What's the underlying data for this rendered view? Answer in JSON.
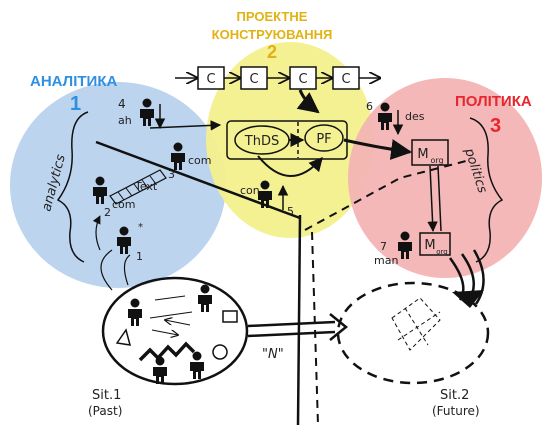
{
  "sections": {
    "analytics": {
      "title": "АНАЛІТИКА",
      "number": "1",
      "brace_label": "analytics",
      "color": "#2f8fe0",
      "ellipse_color": "#b9d2ee"
    },
    "design": {
      "title_line1": "ПРОЕКТНЕ",
      "title_line2": "КОНСТРУЮВАННЯ",
      "number": "2",
      "color": "#e9c31a",
      "ellipse_color": "#f3f08c"
    },
    "politics": {
      "title": "ПОЛІТИКА",
      "number": "3",
      "brace_label": "politics",
      "color": "#e8262f",
      "ellipse_color": "#f3b4b4"
    }
  },
  "chain": {
    "boxes": [
      "C",
      "C",
      "C",
      "C"
    ]
  },
  "design_boxes": {
    "thds": "ThDS",
    "pf": "PF"
  },
  "politics_boxes": {
    "m_org_1": "M",
    "m_org_1_sub": "org",
    "m_org_2": "M",
    "m_org_2_sub": "org"
  },
  "actors": {
    "ah": {
      "number": "4",
      "label": "ah"
    },
    "com_3": {
      "number": "3",
      "label": "com"
    },
    "com_2": {
      "number": "2",
      "label": "com"
    },
    "actor_1": {
      "number": "1"
    },
    "con": {
      "number": "5",
      "label": "con"
    },
    "des": {
      "number": "6",
      "label": "des"
    },
    "man": {
      "number": "7",
      "label": "man"
    }
  },
  "labels": {
    "text": "Text",
    "n": "\"N\"",
    "sit1": "Sit.1",
    "sit1_sub": "(Past)",
    "sit2": "Sit.2",
    "sit2_sub": "(Future)"
  }
}
